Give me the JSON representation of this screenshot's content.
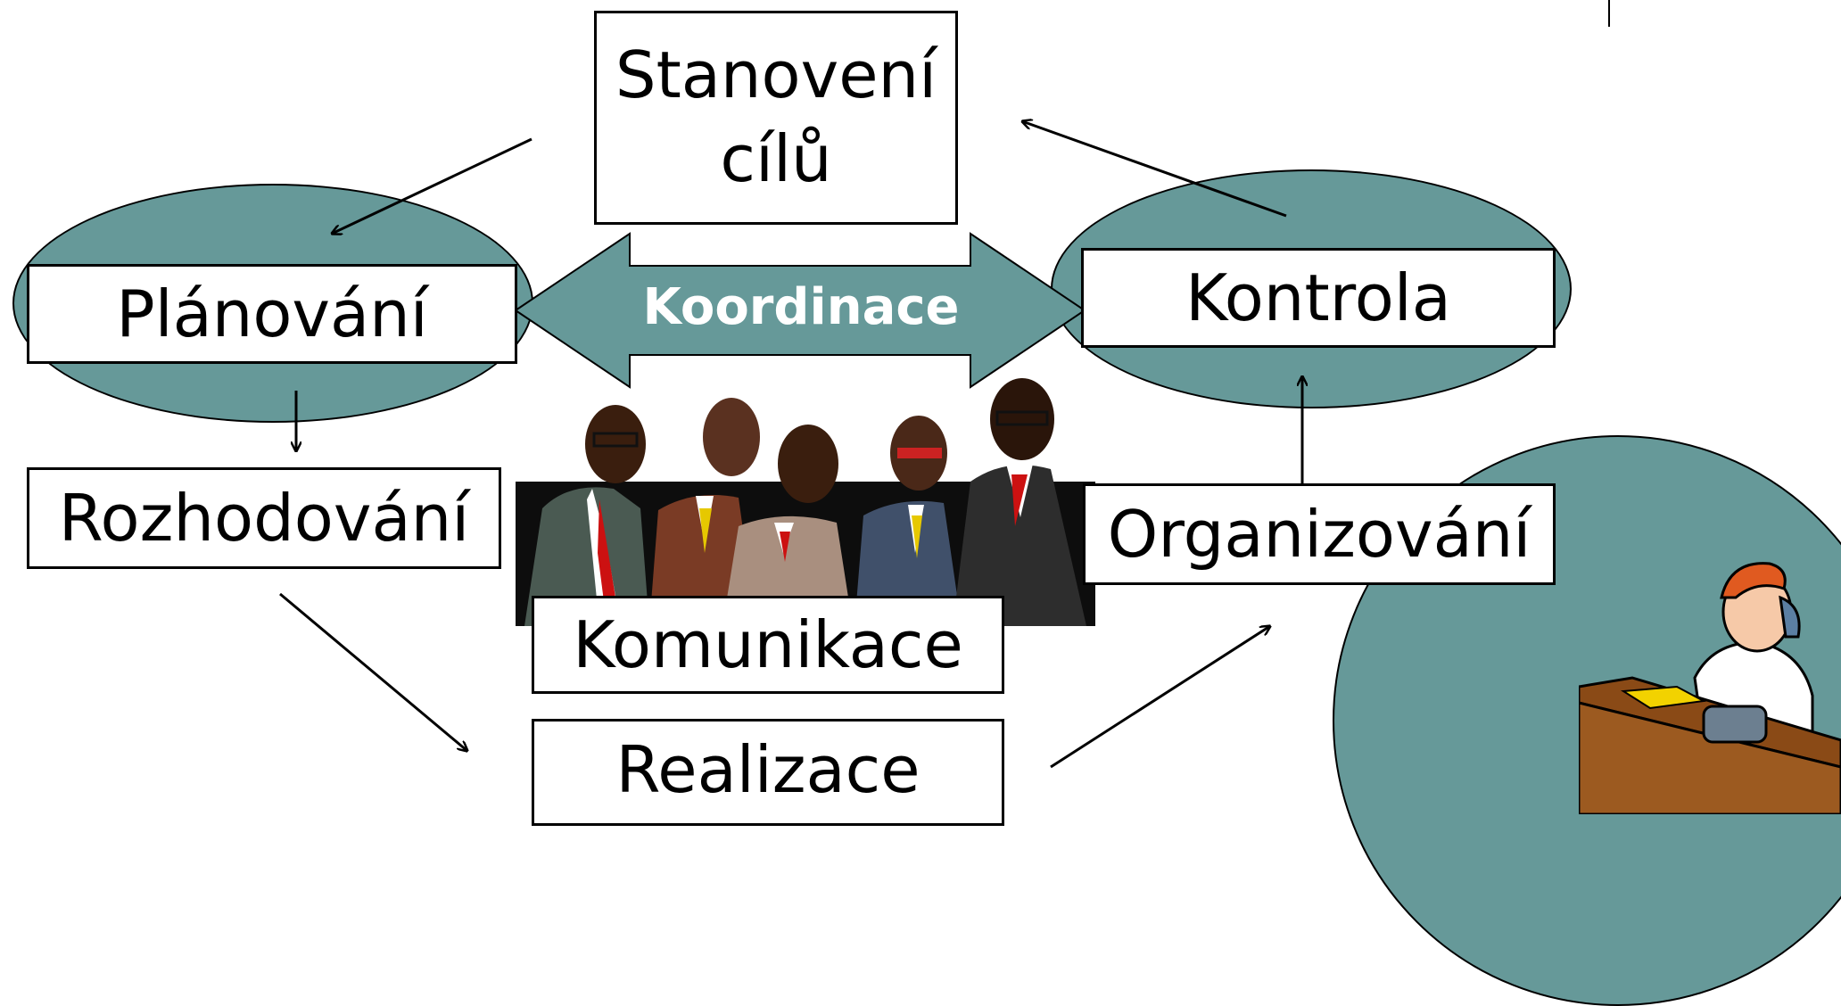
{
  "colors": {
    "teal": "#669999",
    "line": "#000000",
    "text": "#000000",
    "arrow_text": "#ffffff"
  },
  "nodes": {
    "goals": {
      "line1": "Stanovení",
      "line2": "cílů"
    },
    "planning": "Plánování",
    "control": "Kontrola",
    "decision": "Rozhodování",
    "organizing": "Organizování",
    "communication": "Komunikace",
    "realization": "Realizace"
  },
  "coordination_label": "Koordinace",
  "cliparts": [
    "group-of-businessmen",
    "man-on-phone-at-desk"
  ]
}
